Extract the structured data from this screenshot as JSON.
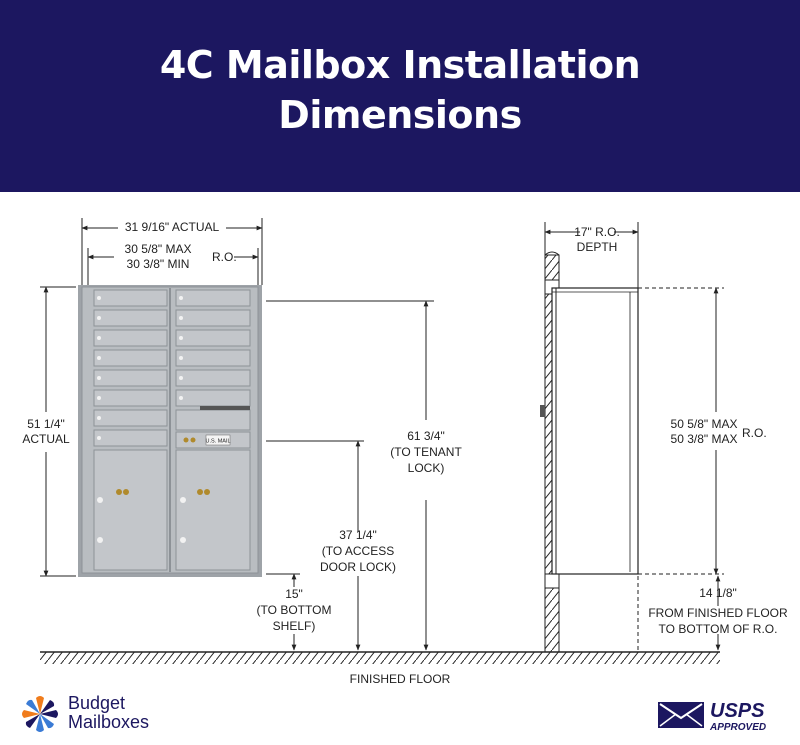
{
  "header": {
    "title_line1": "4C Mailbox Installation",
    "title_line2": "Dimensions"
  },
  "dimensions": {
    "width_actual": "31 9/16\" ACTUAL",
    "ro_max": "30 5/8\" MAX",
    "ro_min": "30 3/8\" MIN",
    "ro_label": "R.O.",
    "height_actual_1": "51 1/4\"",
    "height_actual_2": "ACTUAL",
    "tenant_lock_1": "61 3/4\"",
    "tenant_lock_2": "(TO TENANT",
    "tenant_lock_3": "LOCK)",
    "access_lock_1": "37 1/4\"",
    "access_lock_2": "(TO ACCESS",
    "access_lock_3": "DOOR LOCK)",
    "bottom_shelf_1": "15\"",
    "bottom_shelf_2": "(TO BOTTOM",
    "bottom_shelf_3": "SHELF)",
    "finished_floor": "FINISHED FLOOR",
    "depth_1": "17\"  R.O.",
    "depth_2": "DEPTH",
    "side_ro_max": "50 5/8\" MAX",
    "side_ro_min": "50 3/8\" MAX",
    "side_ro_label": "R.O.",
    "floor_to_ro_1": "14 1/8\"",
    "floor_to_ro_2": "FROM FINISHED FLOOR",
    "floor_to_ro_3": "TO BOTTOM OF R.O."
  },
  "mailbox": {
    "usmail_label": "U.S. MAIL"
  },
  "brand": {
    "name_line1": "Budget",
    "name_line2": "Mailboxes",
    "usps_line1": "USPS",
    "usps_line2": "APPROVED"
  },
  "colors": {
    "banner": "#1c1760",
    "mailbox": "#b9bdc1",
    "line": "#222222"
  }
}
